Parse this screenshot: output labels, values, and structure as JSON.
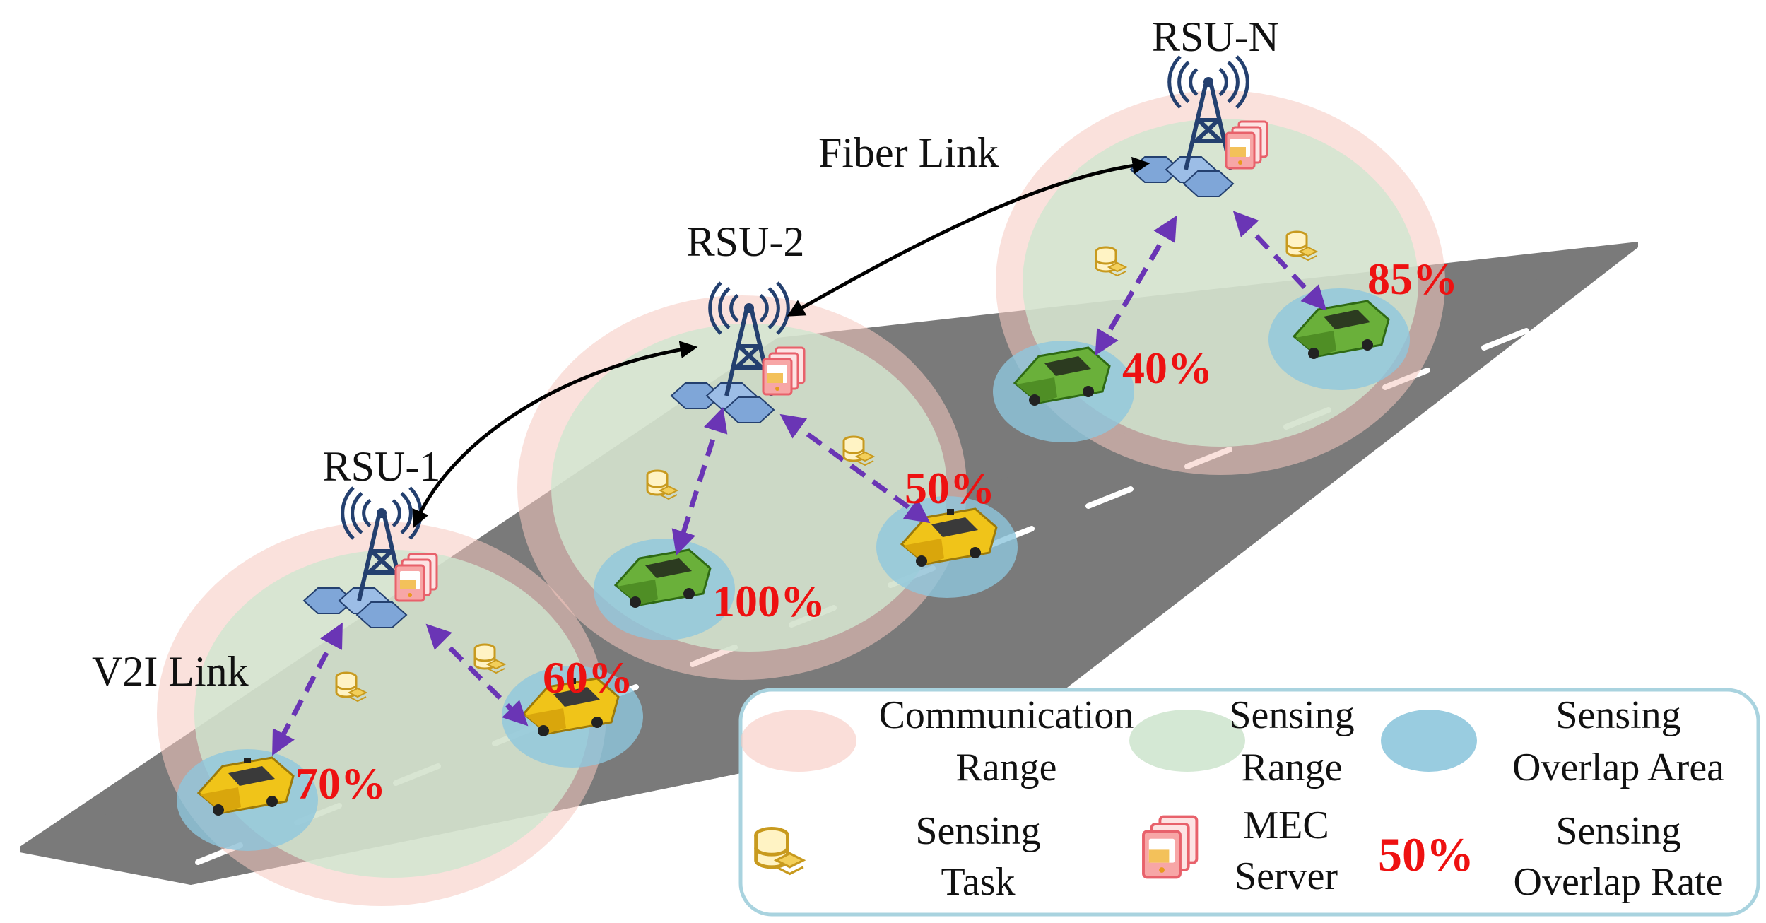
{
  "colors": {
    "road": "#7a7a7a",
    "road_marking": "#ffffff",
    "communication_range": "#f6c8c0",
    "sensing_range": "#cfe6cf",
    "sensing_overlap": "#8ec7dd",
    "v2i_link": "#6a35b5",
    "fiber_link": "#000000",
    "rate_text": "#ee1111",
    "legend_border": "#a9d3df",
    "task_icon": "#c89a1e",
    "mec_icon": "#e8616b",
    "tower": "#24406f",
    "car_yellow": "#f0c419",
    "car_green": "#6ab03a"
  },
  "rsus": [
    {
      "label": "RSU-1"
    },
    {
      "label": "RSU-2"
    },
    {
      "label": "RSU-N"
    }
  ],
  "links": {
    "fiber": "Fiber Link",
    "v2i": "V2I Link"
  },
  "rates": [
    "70%",
    "60%",
    "100%",
    "50%",
    "40%",
    "85%"
  ],
  "legend": {
    "communication_range": [
      "Communication",
      "Range"
    ],
    "sensing_range": [
      "Sensing",
      "Range"
    ],
    "sensing_overlap_area": [
      "Sensing",
      "Overlap Area"
    ],
    "sensing_task": [
      "Sensing",
      "Task"
    ],
    "mec_server": [
      "MEC",
      "Server"
    ],
    "sample_rate": "50%",
    "sensing_overlap_rate": [
      "Sensing",
      "Overlap Rate"
    ]
  }
}
